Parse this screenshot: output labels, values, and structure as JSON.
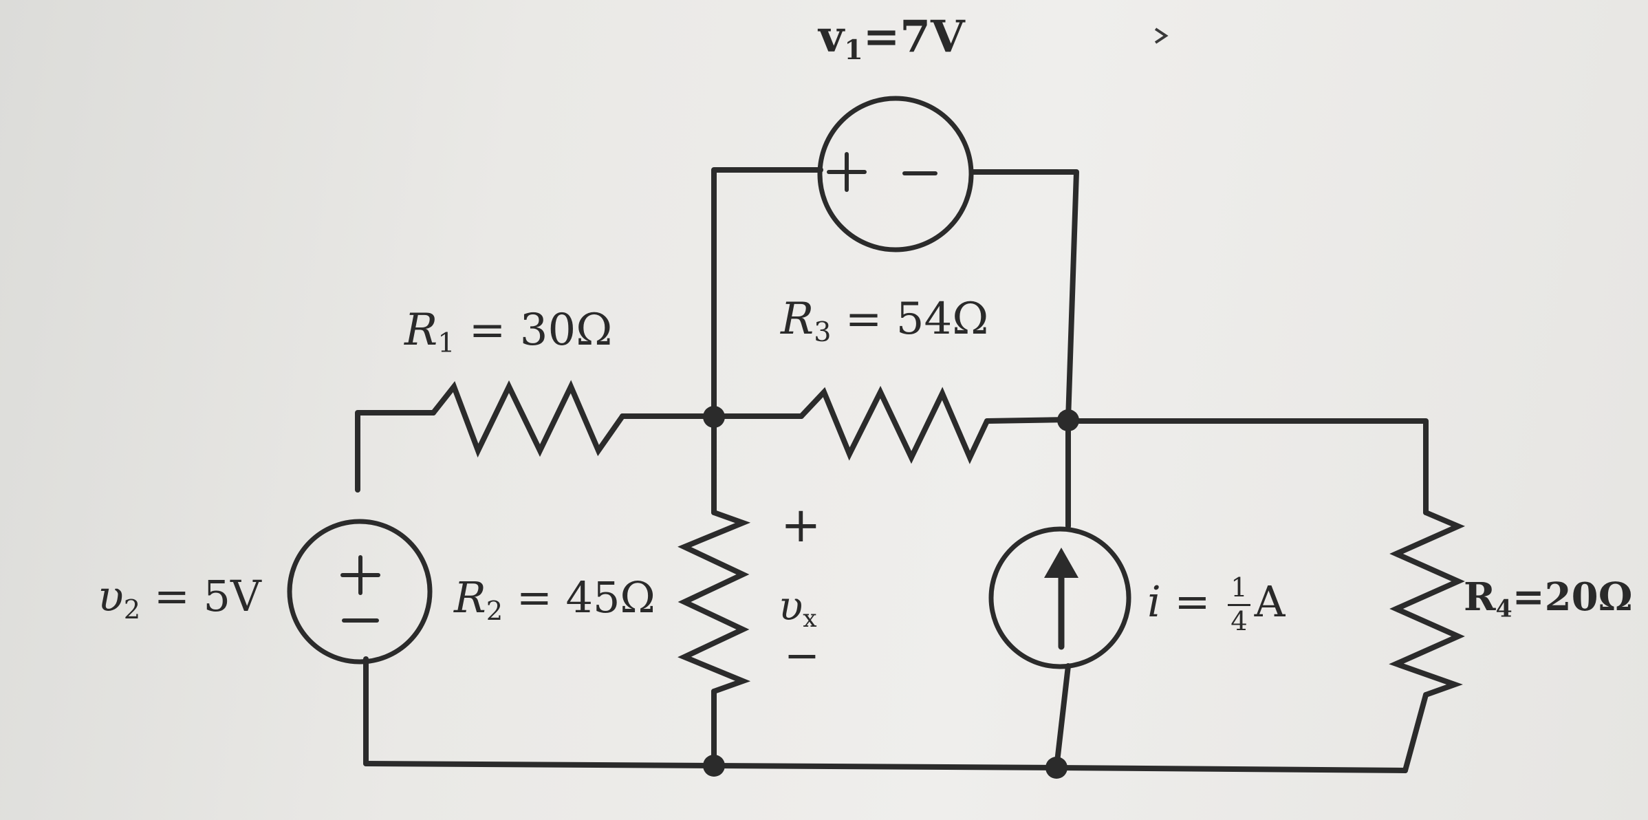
{
  "labels": {
    "v1": {
      "sym": "v",
      "sub": "1",
      "rest": "=7V"
    },
    "v2": {
      "sym": "υ",
      "sub": "2",
      "rest": " = 5V"
    },
    "r1": {
      "sym": "R",
      "sub": "1",
      "rest": " = 30Ω"
    },
    "r2": {
      "sym": "R",
      "sub": "2",
      "rest": " = 45Ω"
    },
    "r3": {
      "sym": "R",
      "sub": "3",
      "rest": " = 54Ω"
    },
    "r4": {
      "sym": "R",
      "sub": "4",
      "rest": "=20Ω"
    },
    "vx": {
      "sym": "υ",
      "sub": "x"
    },
    "i": {
      "sym": "i",
      "eq": " = ",
      "num": "1",
      "den": "4",
      "unit": "A"
    }
  },
  "polarity": {
    "vx_plus": "+",
    "vx_minus": "−"
  },
  "colors": {
    "ink": "#2b2b2b",
    "paper": "#e9e8e5"
  }
}
